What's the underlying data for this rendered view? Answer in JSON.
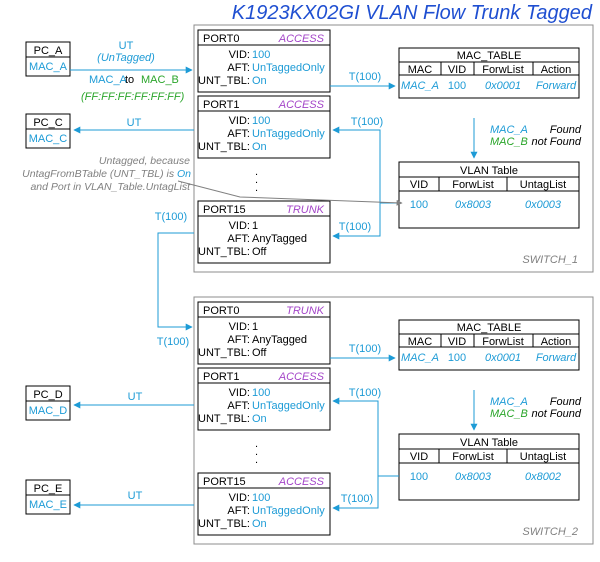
{
  "title": "K1923KX02GI VLAN Flow Trunk Tagged",
  "colors": {
    "blue": "#1d9bd6",
    "purple": "#a345c8",
    "green": "#2aa52a",
    "gray": "#808080",
    "title_blue": "#1f4fd1",
    "box_stroke": "#000000",
    "switch_stroke": "#8c8c8c"
  },
  "switches": [
    {
      "name": "SWITCH_1",
      "ports": [
        {
          "name": "PORT0",
          "mode": "ACCESS",
          "vid_label": "VID:",
          "vid": "100",
          "aft_label": "AFT:",
          "aft": "UnTaggedOnly",
          "unt_label": "UNT_TBL:",
          "unt": "On"
        },
        {
          "name": "PORT1",
          "mode": "ACCESS",
          "vid_label": "VID:",
          "vid": "100",
          "aft_label": "AFT:",
          "aft": "UnTaggedOnly",
          "unt_label": "UNT_TBL:",
          "unt": "On"
        },
        {
          "name": "PORT15",
          "mode": "TRUNK",
          "vid_label": "VID:",
          "vid": "1",
          "aft_label": "AFT:",
          "aft": "AnyTagged",
          "unt_label": "UNT_TBL:",
          "unt": "Off"
        }
      ],
      "mac_table": {
        "title": "MAC_TABLE",
        "headers": [
          "MAC",
          "VID",
          "ForwList",
          "Action"
        ],
        "row": [
          "MAC_A",
          "100",
          "0x0001",
          "Forward"
        ]
      },
      "lookup": [
        {
          "mac": "MAC_A",
          "result": "Found"
        },
        {
          "mac": "MAC_B",
          "result": "not Found"
        }
      ],
      "vlan_table": {
        "title": "VLAN Table",
        "headers": [
          "VID",
          "ForwList",
          "UntagList"
        ],
        "row": [
          "100",
          "0x8003",
          "0x0003"
        ]
      }
    },
    {
      "name": "SWITCH_2",
      "ports": [
        {
          "name": "PORT0",
          "mode": "TRUNK",
          "vid_label": "VID:",
          "vid": "1",
          "aft_label": "AFT:",
          "aft": "AnyTagged",
          "unt_label": "UNT_TBL:",
          "unt": "Off"
        },
        {
          "name": "PORT1",
          "mode": "ACCESS",
          "vid_label": "VID:",
          "vid": "100",
          "aft_label": "AFT:",
          "aft": "UnTaggedOnly",
          "unt_label": "UNT_TBL:",
          "unt": "On"
        },
        {
          "name": "PORT15",
          "mode": "ACCESS",
          "vid_label": "VID:",
          "vid": "100",
          "aft_label": "AFT:",
          "aft": "UnTaggedOnly",
          "unt_label": "UNT_TBL:",
          "unt": "On"
        }
      ],
      "mac_table": {
        "title": "MAC_TABLE",
        "headers": [
          "MAC",
          "VID",
          "ForwList",
          "Action"
        ],
        "row": [
          "MAC_A",
          "100",
          "0x0001",
          "Forward"
        ]
      },
      "lookup": [
        {
          "mac": "MAC_A",
          "result": "Found"
        },
        {
          "mac": "MAC_B",
          "result": "not Found"
        }
      ],
      "vlan_table": {
        "title": "VLAN Table",
        "headers": [
          "VID",
          "ForwList",
          "UntagList"
        ],
        "row": [
          "100",
          "0x8003",
          "0x8002"
        ]
      }
    }
  ],
  "pcs": [
    {
      "name": "PC_A",
      "mac": "MAC_A"
    },
    {
      "name": "PC_C",
      "mac": "MAC_C"
    },
    {
      "name": "PC_D",
      "mac": "MAC_D"
    },
    {
      "name": "PC_E",
      "mac": "MAC_E"
    }
  ],
  "labels": {
    "ut": "UT",
    "untagged_paren": "(UnTagged)",
    "t100": "T(100)",
    "frame_mac_a": "MAC_A",
    "frame_to": "to",
    "frame_mac_b": "MAC_B",
    "frame_broadcast": "(FF:FF:FF:FF:FF:FF)",
    "note_line1": "Untagged, because",
    "note_line2_a": "UntagFromBTable (UNT_TBL) is",
    "note_line2_b": "On",
    "note_line3": "and Port in VLAN_Table.UntagList",
    "vdots": "."
  }
}
